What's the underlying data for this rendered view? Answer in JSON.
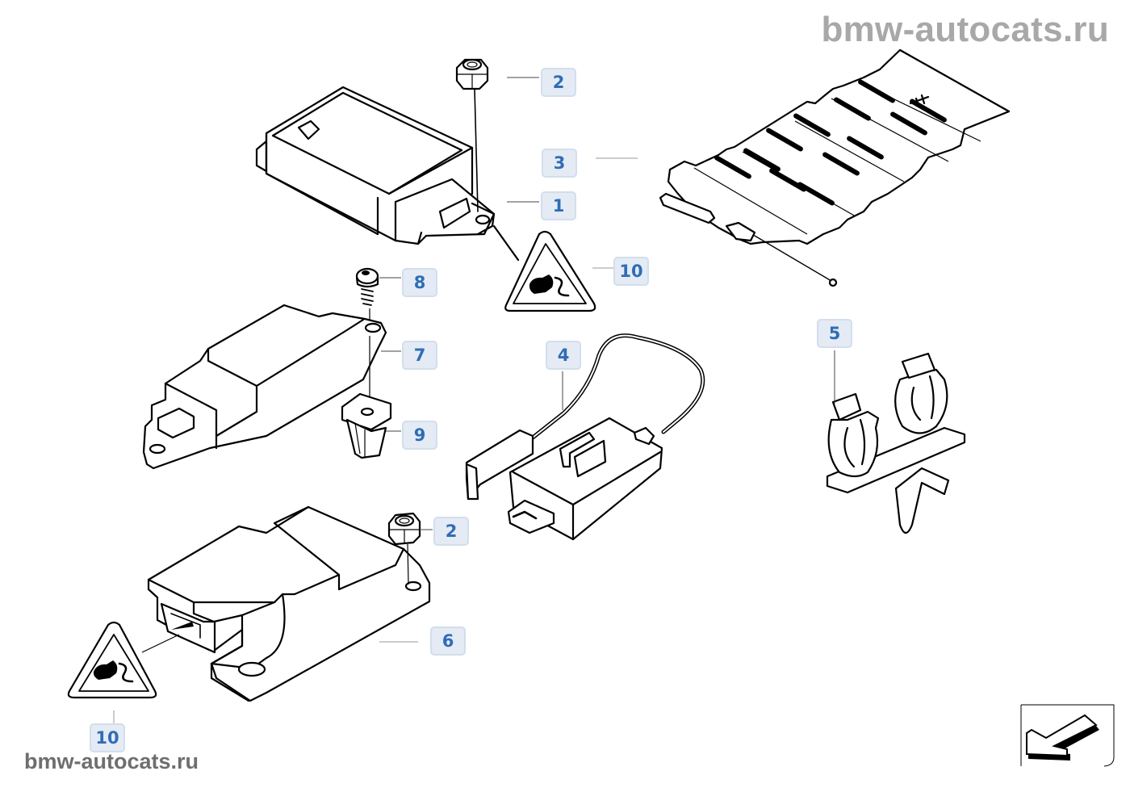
{
  "watermarks": {
    "top": "bmw-autocats.ru",
    "bottom": "bmw-autocats.ru"
  },
  "callouts": [
    {
      "id": "c2a",
      "number": "2",
      "part": "hex-nut"
    },
    {
      "id": "c3",
      "number": "3",
      "part": "seat-occupancy-sensor-mat"
    },
    {
      "id": "c1",
      "number": "1",
      "part": "airbag-control-unit"
    },
    {
      "id": "c10a",
      "number": "10",
      "part": "warning-label"
    },
    {
      "id": "c8",
      "number": "8",
      "part": "screw"
    },
    {
      "id": "c7",
      "number": "7",
      "part": "crash-sensor"
    },
    {
      "id": "c9",
      "number": "9",
      "part": "clip-nut"
    },
    {
      "id": "c4",
      "number": "4",
      "part": "adapter-lead"
    },
    {
      "id": "c5",
      "number": "5",
      "part": "cable-holder-clip"
    },
    {
      "id": "c2b",
      "number": "2",
      "part": "hex-nut"
    },
    {
      "id": "c6",
      "number": "6",
      "part": "side-sensor"
    },
    {
      "id": "c10b",
      "number": "10",
      "part": "warning-label"
    }
  ],
  "navigation": {
    "icon": "back-arrow-icon"
  }
}
